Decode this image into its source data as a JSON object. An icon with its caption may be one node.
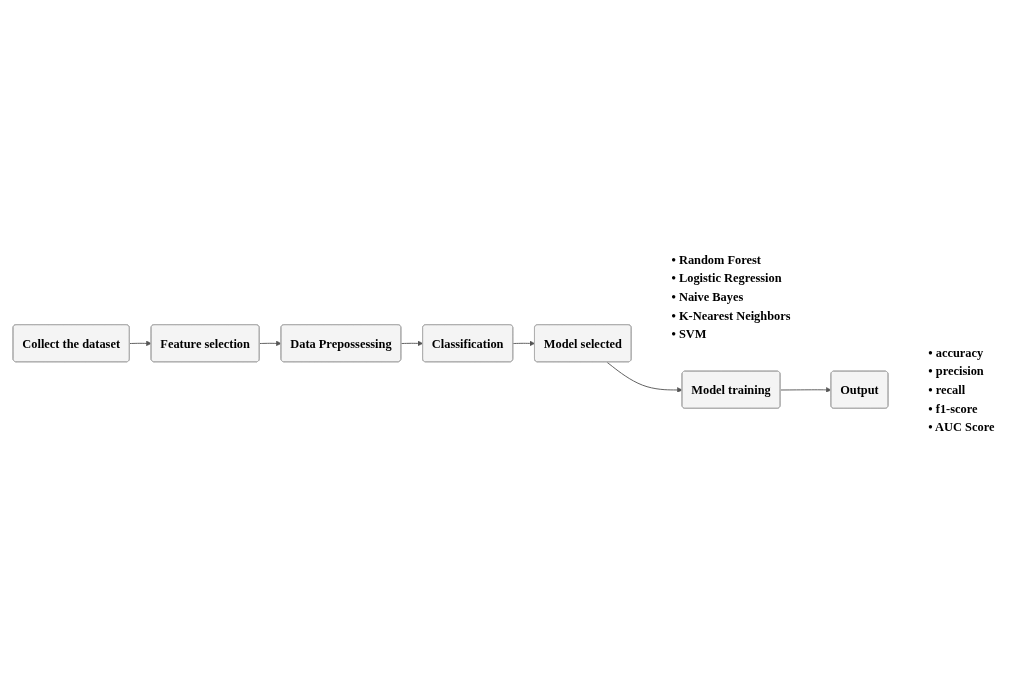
{
  "diagram": {
    "nodes": [
      {
        "text": [
          "Collect the dataset"
        ]
      },
      {
        "text": [
          "Feature selection"
        ]
      },
      {
        "text": [
          "Data Prepossessing"
        ]
      },
      {
        "text": [
          "Classification"
        ]
      },
      {
        "text": [
          "Model selected"
        ],
        "beside": [
          "• Random Forest",
          "• Logistic Regression",
          "• Naive Bayes",
          "• K-Nearest Neighbors",
          "• SVM"
        ]
      },
      {
        "text": [
          "Model training"
        ]
      },
      {
        "text": [
          "Output"
        ],
        "beside": [
          "• accuracy",
          "• precision",
          "• recall",
          "• f1-score",
          "• AUC Score"
        ]
      }
    ],
    "edges": [
      {
        "from": 0,
        "to": 1,
        "arrow": "to"
      },
      {
        "from": 1,
        "to": 2,
        "arrow": "to"
      },
      {
        "from": 2,
        "to": 3,
        "arrow": "to"
      },
      {
        "from": 3,
        "to": 4,
        "arrow": "to"
      },
      {
        "from": 4,
        "to": 5,
        "arrow": "to"
      },
      {
        "from": 5,
        "to": 6,
        "arrow": "to"
      }
    ]
  }
}
